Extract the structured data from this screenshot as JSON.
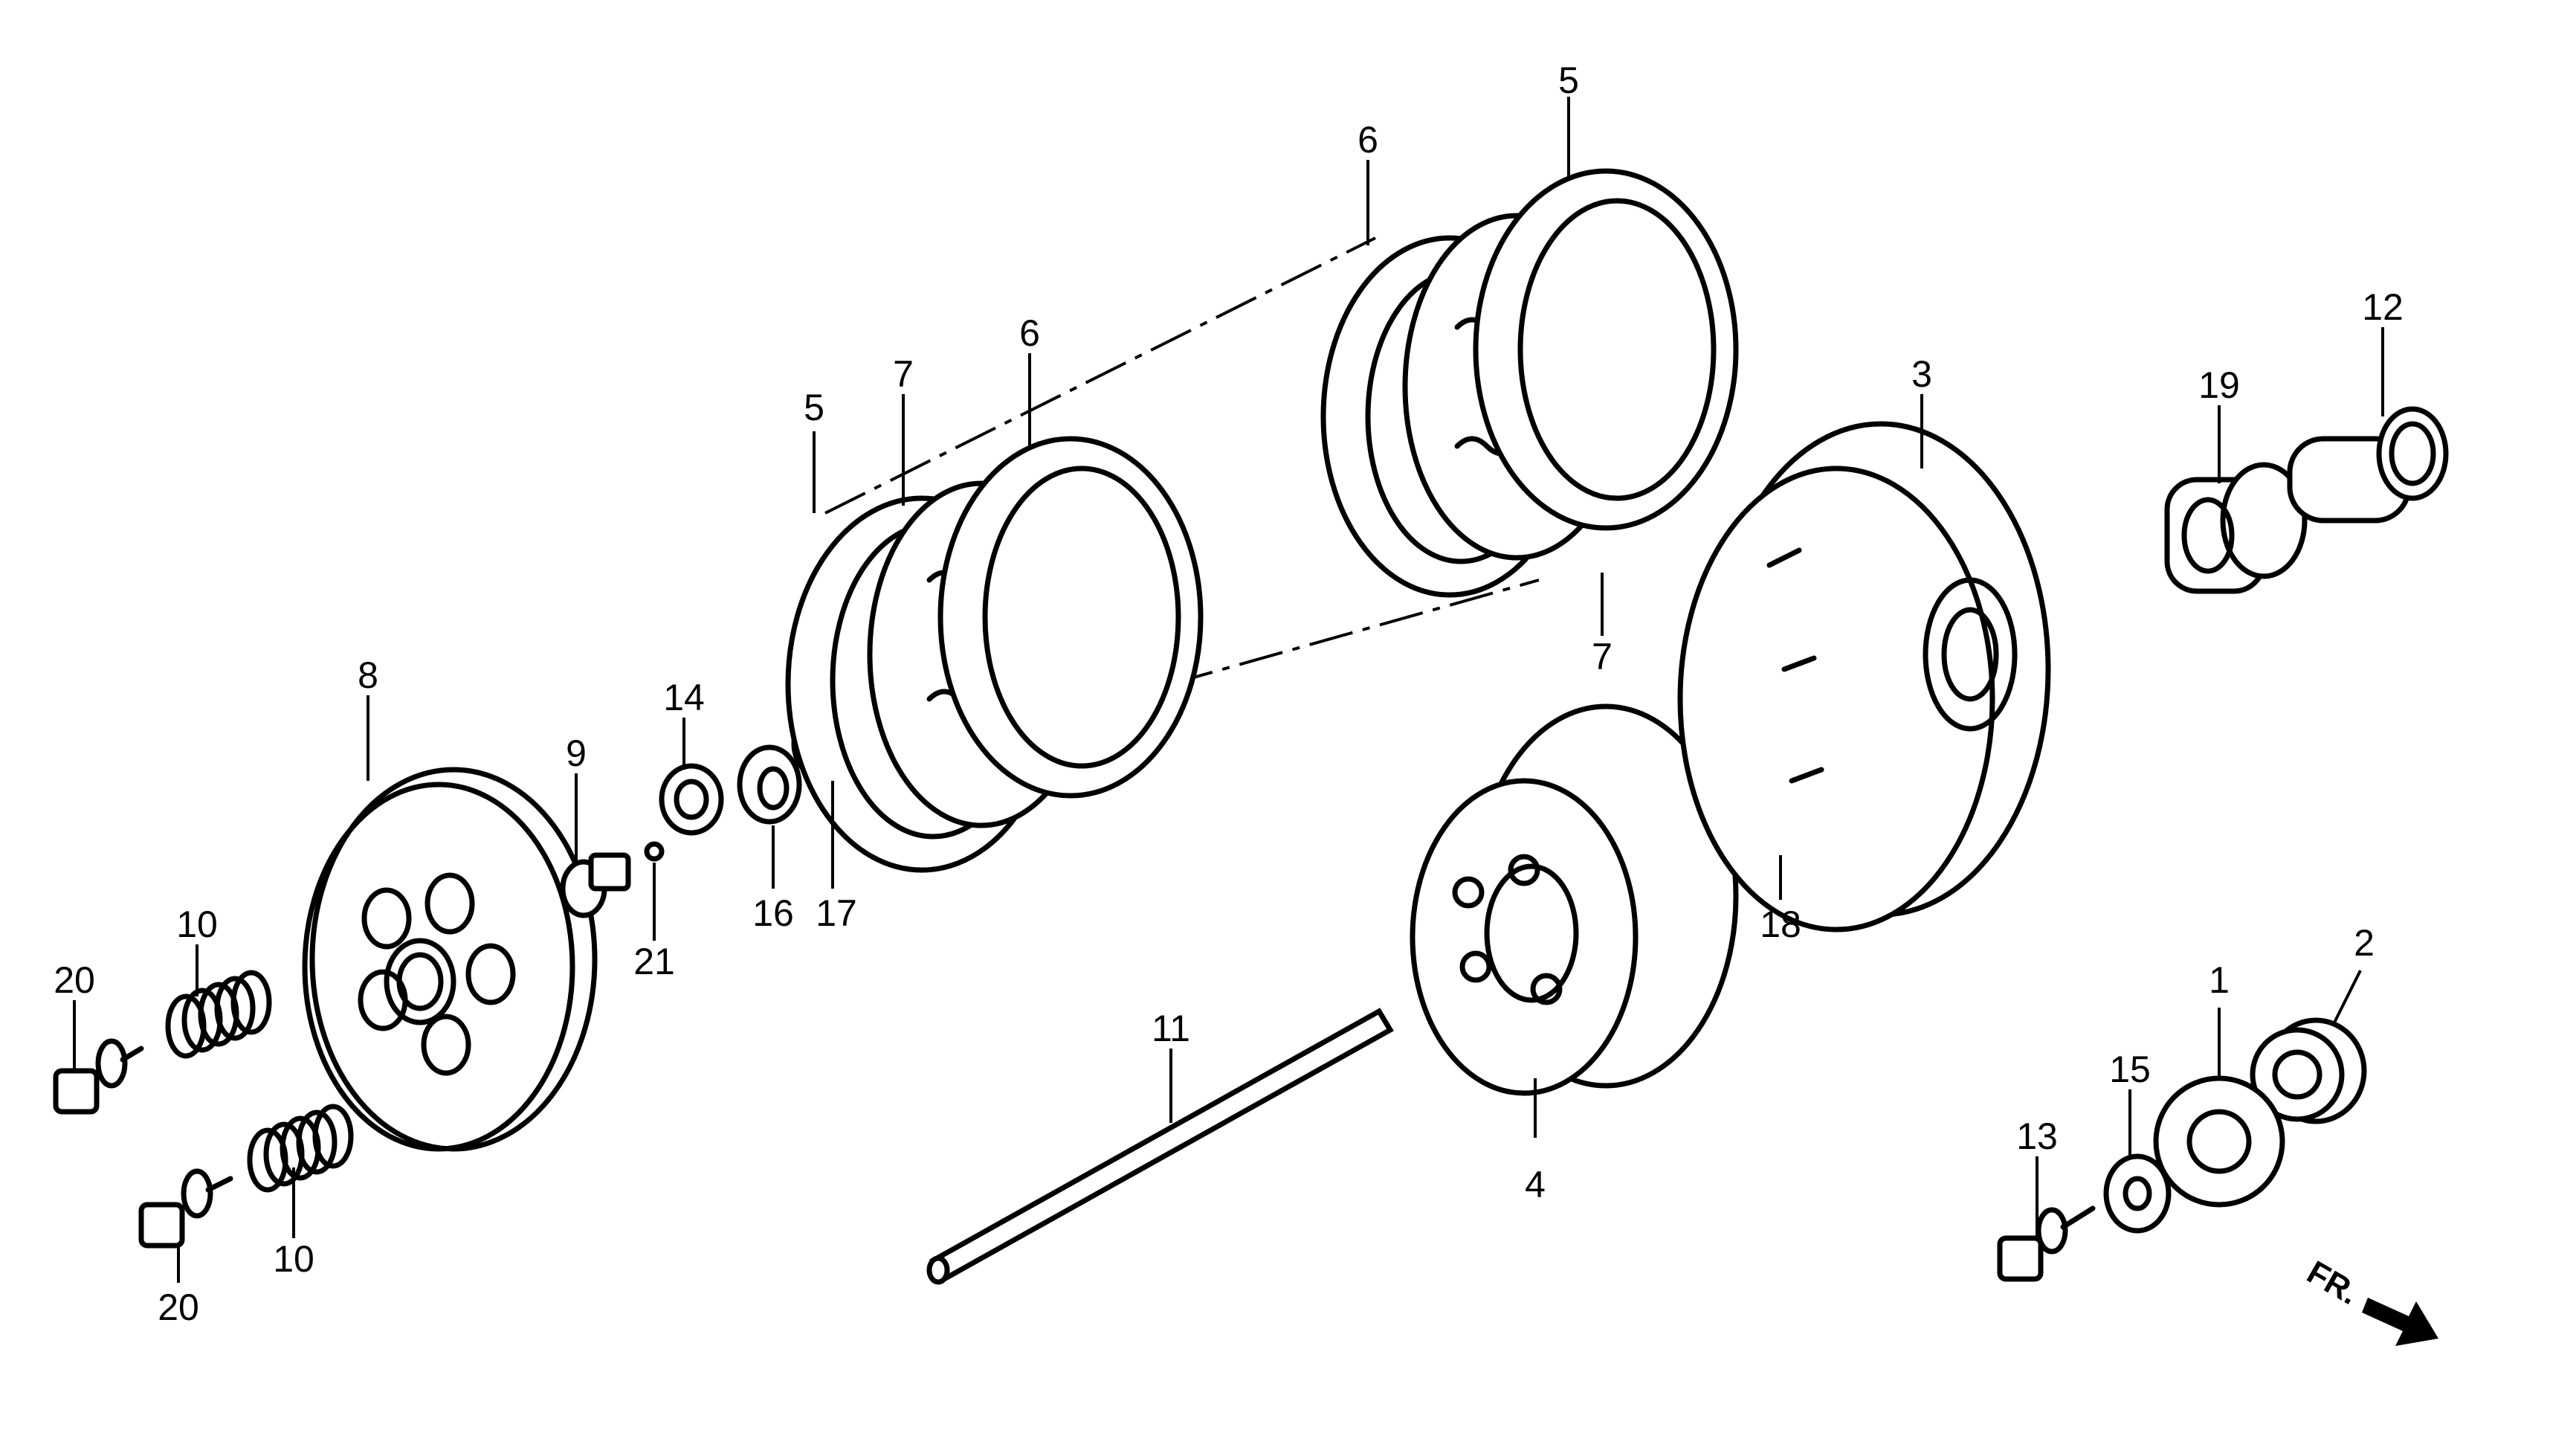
{
  "labels": {
    "l1": "1",
    "l2": "2",
    "l3": "3",
    "l4": "4",
    "l5a": "5",
    "l5b": "5",
    "l6a": "6",
    "l6b": "6",
    "l7a": "7",
    "l7b": "7",
    "l8": "8",
    "l9": "9",
    "l10a": "10",
    "l10b": "10",
    "l11": "11",
    "l12": "12",
    "l13": "13",
    "l14": "14",
    "l15": "15",
    "l16": "16",
    "l17": "17",
    "l18": "18",
    "l19": "19",
    "l20a": "20",
    "l20b": "20",
    "l21": "21"
  },
  "direction": {
    "text": "FR."
  }
}
